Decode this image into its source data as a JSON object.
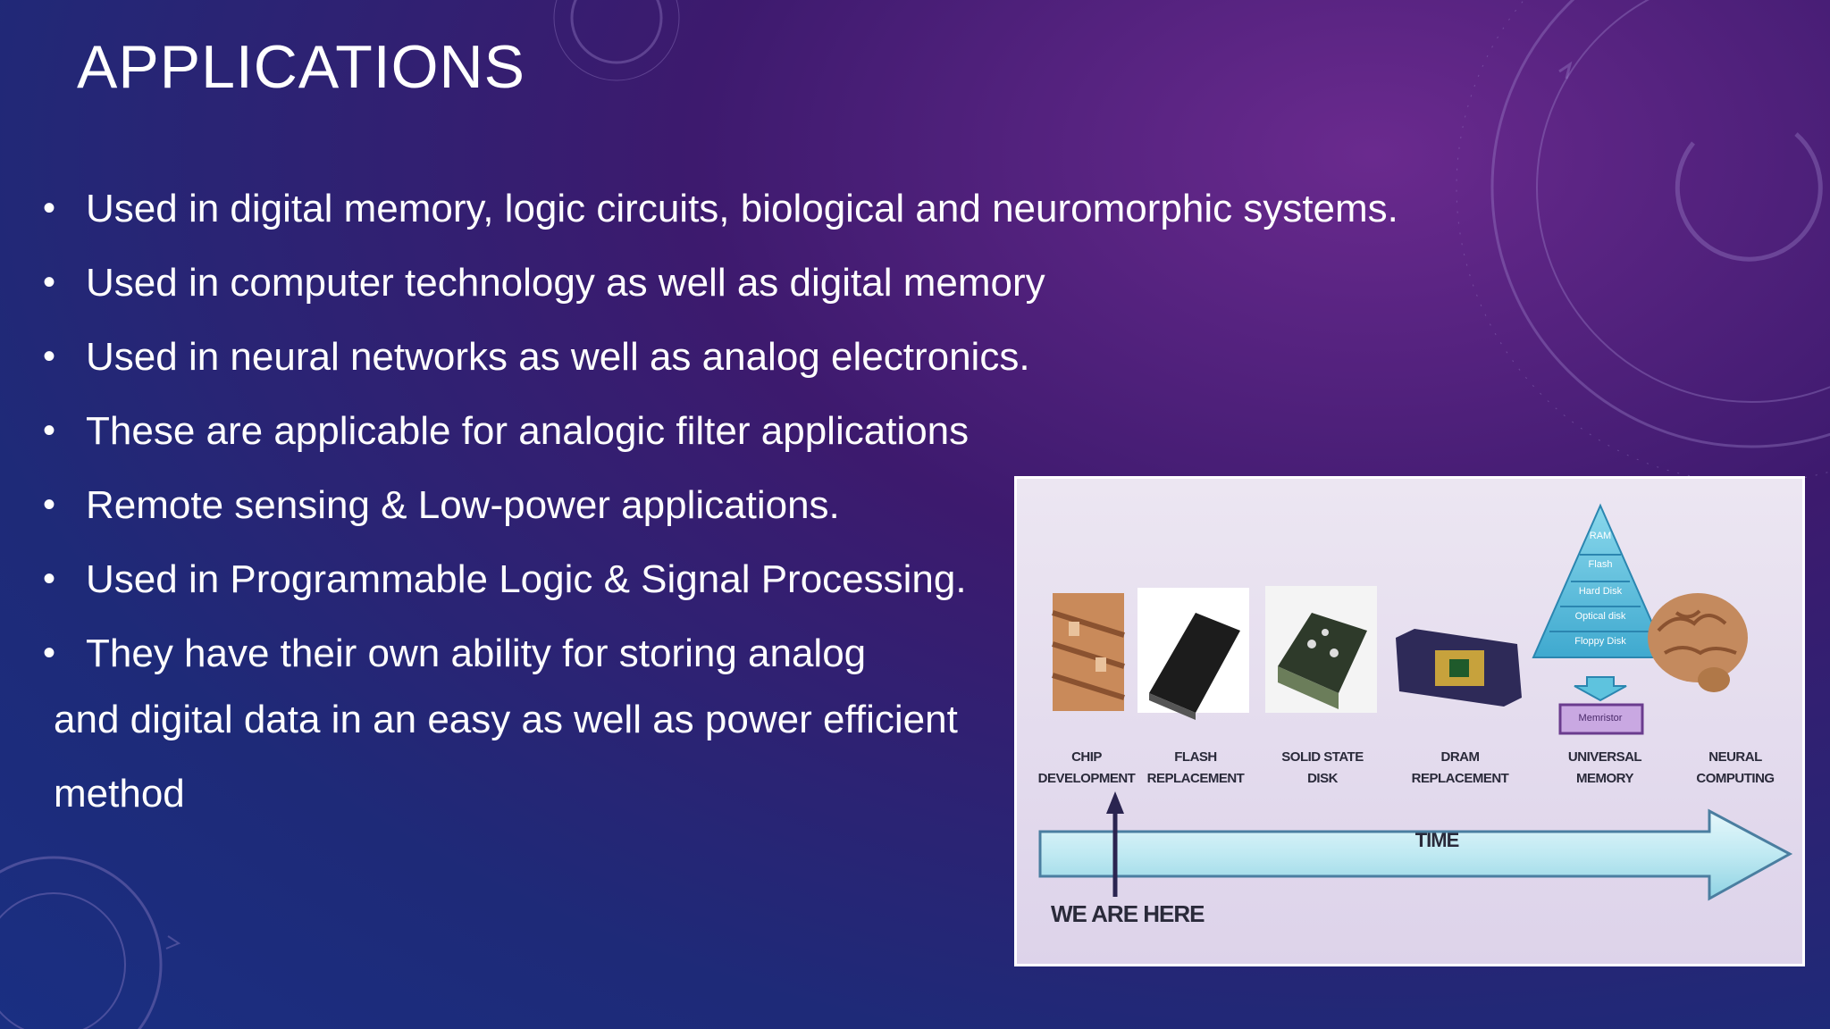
{
  "slide": {
    "title": "APPLICATIONS",
    "bullets": [
      "Used in digital memory, logic circuits, biological and neuromorphic systems.",
      "Used in computer technology as well as digital memory",
      "Used in neural networks as well as analog electronics.",
      "These are applicable for analogic filter applications",
      "Remote sensing & Low-power applications.",
      "Used in Programmable Logic & Signal Processing.",
      "They have their own ability for storing analog"
    ],
    "continuation": [
      "and digital data in an easy as well as power efficient",
      "method"
    ],
    "bullet_glyph": "•"
  },
  "figure": {
    "stages": [
      {
        "line1": "CHIP",
        "line2": "DEVELOPMENT"
      },
      {
        "line1": "FLASH",
        "line2": "REPLACEMENT"
      },
      {
        "line1": "SOLID STATE",
        "line2": "DISK"
      },
      {
        "line1": "DRAM",
        "line2": "REPLACEMENT"
      },
      {
        "line1": "UNIVERSAL",
        "line2": "MEMORY"
      },
      {
        "line1": "NEURAL",
        "line2": "COMPUTING"
      }
    ],
    "pyramid_levels": [
      "RAM",
      "Flash",
      "Hard Disk",
      "Optical disk",
      "Floppy Disk"
    ],
    "memristor_label": "Memristor",
    "time_label": "TIME",
    "here_label": "WE ARE HERE",
    "icons": [
      "chip-icon",
      "flash-chip-icon",
      "ssd-icon",
      "dram-icon",
      "pyramid-icon",
      "brain-icon"
    ]
  },
  "colors": {
    "background_top": "#6a2a8e",
    "background_bottom": "#1a2f82",
    "text": "#ffffff",
    "arrow_fill": "#bfe9f2",
    "pyramid": "#5ec3de"
  }
}
